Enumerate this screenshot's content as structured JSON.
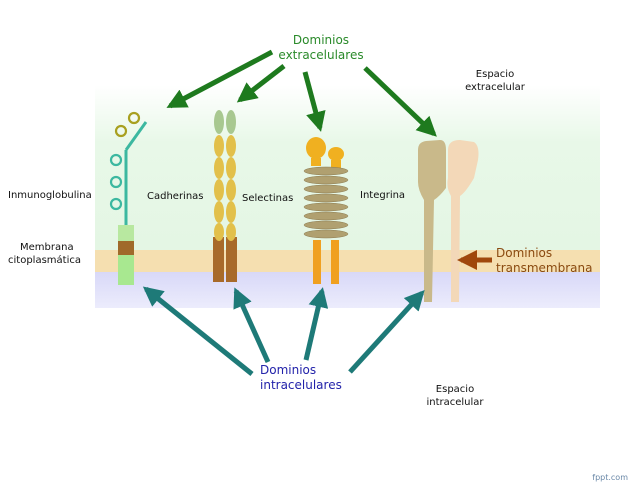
{
  "title_extracellular_domains": [
    "Dominios",
    "extracelulares"
  ],
  "title_intracellular_domains": [
    "Dominios",
    "intracelulares"
  ],
  "title_transmembrane_domains": [
    "Dominios",
    "transmembrana"
  ],
  "space_extracellular": [
    "Espacio",
    "extracelular"
  ],
  "space_intracellular": [
    "Espacio",
    "intracelular"
  ],
  "membrane_label": [
    "Membrana",
    "citoplasmática"
  ],
  "proteins": {
    "immunoglobulin": "Inmunoglobulina",
    "cadherins": "Cadherinas",
    "selectins": "Selectinas",
    "integrin": "Integrina"
  },
  "watermark": "fppt.com",
  "colors": {
    "extracellular_band": "#e6f7e6",
    "membrane": "#f5dfb0",
    "intracellular_band": "#dcdcf7",
    "green_arrow": "#1e7a1e",
    "teal_arrow": "#1e7a78",
    "brown_arrow": "#a0480c",
    "ig_ring": "#3cb8a0",
    "cadherin": "#e2c04a",
    "selectin": "#b0a070",
    "integrin": "#c9b98a"
  }
}
